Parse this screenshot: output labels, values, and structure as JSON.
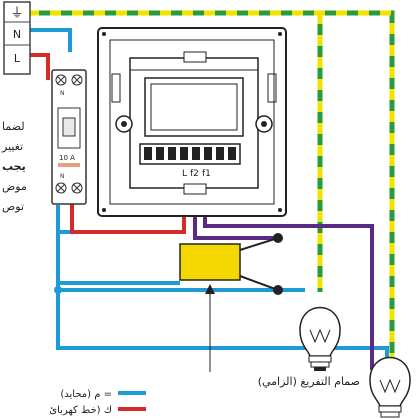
{
  "terminal_block": {
    "earth_symbol": "⏚",
    "neutral": "N",
    "live": "L"
  },
  "breaker": {
    "rating": "10 A",
    "top_label": "N",
    "bottom_label": "N"
  },
  "thermostat": {
    "terminal_labels": [
      "L",
      "f2",
      "f1"
    ]
  },
  "side_note": {
    "lines": [
      "لضما",
      "تغيير",
      "يجب",
      "موض",
      "توص"
    ]
  },
  "valve_label": "صمام التفريغ (الزامي)",
  "legend": [
    {
      "text": "م (محايد) =",
      "color": "#1e9ad6"
    },
    {
      "text": "ك (خط كهربائ",
      "color": "#d42a2a"
    }
  ],
  "colors": {
    "neutral": "#1e9ad6",
    "live": "#d42a2a",
    "switched": "#5b2a86",
    "earth_green": "#2b9a3a",
    "earth_yellow": "#f2e200",
    "valve": "#f5d800",
    "outline": "#222222"
  }
}
